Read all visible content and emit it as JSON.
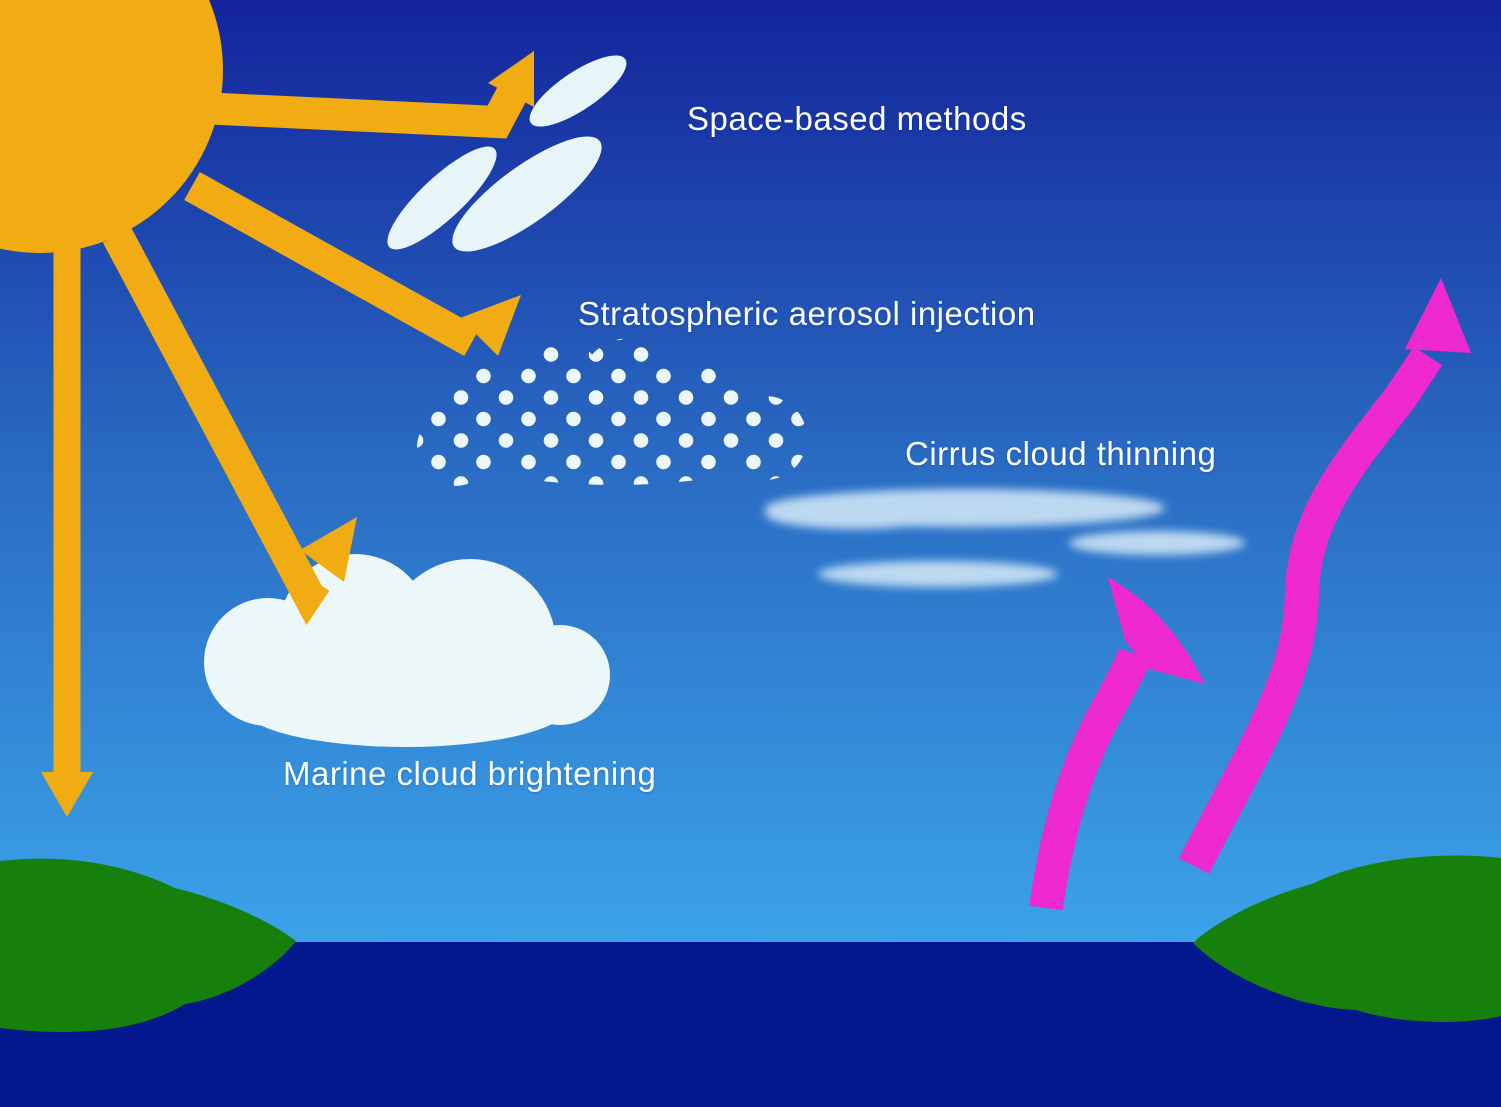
{
  "labels": {
    "space_based": "Space-based methods",
    "stratospheric": "Stratospheric aerosol injection",
    "cirrus": "Cirrus cloud thinning",
    "marine": "Marine cloud brightening"
  },
  "colors": {
    "sky_top": "#13249B",
    "sky_mid": "#2A6CC3",
    "sky_horizon": "#3BA3E9",
    "ocean": "#02188C",
    "land_green": "#17800C",
    "sun_orange": "#F0AC12",
    "heat_pink": "#EE29D0",
    "cloud_white": "#EBF7F9",
    "mirror_white": "#E7F4F8",
    "wisp_blue": "#C9E2F4",
    "label_text": "#FBFDFF"
  }
}
